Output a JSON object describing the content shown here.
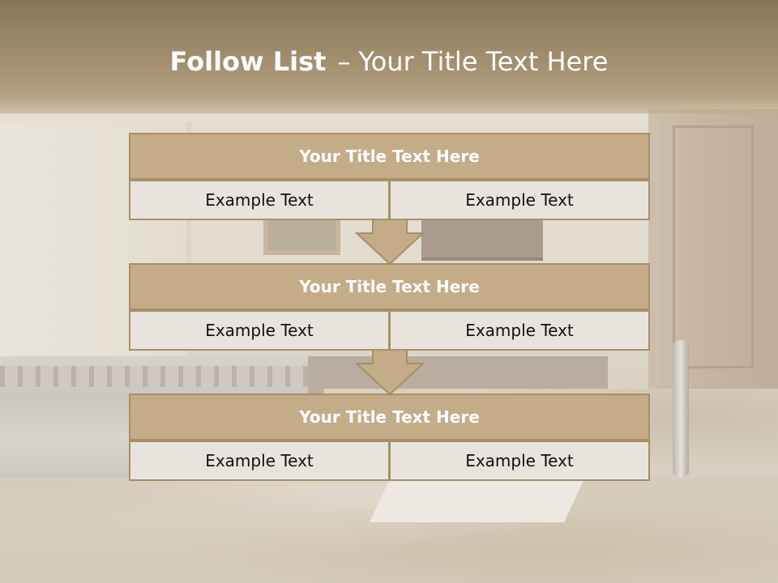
{
  "slide": {
    "title_bold": "Follow List",
    "title_separator": "–",
    "title_rest": "Your Title Text Here"
  },
  "blocks": [
    {
      "title": "Your Title Text Here",
      "left_text": "Example Text",
      "right_text": "Example Text"
    },
    {
      "title": "Your Title Text Here",
      "left_text": "Example Text",
      "right_text": "Example Text"
    },
    {
      "title": "Your Title Text Here",
      "left_text": "Example Text",
      "right_text": "Example Text"
    }
  ],
  "colors": {
    "title_band": "#a28f6f",
    "block_header": "#c4ac88",
    "block_border": "#a88f68",
    "cell_fill": "#e8e3dc",
    "arrow_fill": "#c4ac88"
  },
  "icons": [
    "down-arrow-icon"
  ]
}
